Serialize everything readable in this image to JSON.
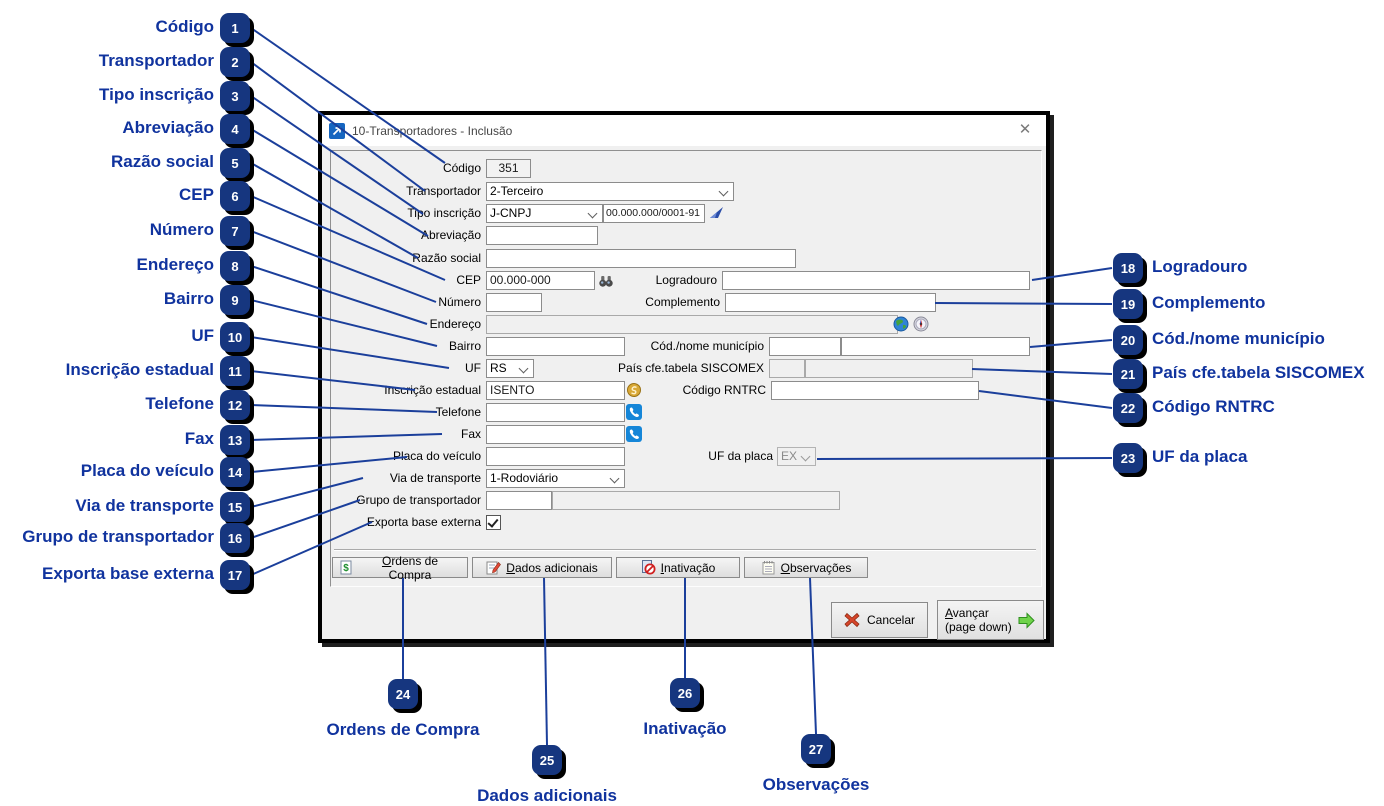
{
  "window": {
    "title": "10-Transportadores - Inclusão",
    "close_glyph": "✕"
  },
  "form": {
    "codigo": {
      "label": "Código",
      "value": "351"
    },
    "transportador": {
      "label": "Transportador",
      "value": "2-Terceiro"
    },
    "tipo_inscricao": {
      "label": "Tipo inscrição",
      "combo": "J-CNPJ",
      "numero": "00.000.000/0001-91"
    },
    "abreviacao": {
      "label": "Abreviação",
      "value": ""
    },
    "razao_social": {
      "label": "Razão social",
      "value": ""
    },
    "cep": {
      "label": "CEP",
      "value": "00.000-000"
    },
    "logradouro": {
      "label": "Logradouro",
      "value": ""
    },
    "numero": {
      "label": "Número",
      "value": ""
    },
    "complemento": {
      "label": "Complemento",
      "value": ""
    },
    "endereco": {
      "label": "Endereço",
      "value": ""
    },
    "bairro": {
      "label": "Bairro",
      "value": ""
    },
    "municipio": {
      "label": "Cód./nome município",
      "codigo": "",
      "nome": ""
    },
    "uf": {
      "label": "UF",
      "value": "RS"
    },
    "pais": {
      "label": "País cfe.tabela SISCOMEX",
      "codigo": "",
      "nome": ""
    },
    "inscricao_estadual": {
      "label": "Inscrição estadual",
      "value": "ISENTO"
    },
    "rntrc": {
      "label": "Código RNTRC",
      "value": ""
    },
    "telefone": {
      "label": "Telefone",
      "value": ""
    },
    "fax": {
      "label": "Fax",
      "value": ""
    },
    "placa": {
      "label": "Placa do veículo",
      "value": ""
    },
    "uf_placa": {
      "label": "UF da placa",
      "value": "EX"
    },
    "via_transporte": {
      "label": "Via de transporte",
      "value": "1-Rodoviário"
    },
    "grupo": {
      "label": "Grupo de transportador",
      "codigo": "",
      "nome": ""
    },
    "exporta": {
      "label": "Exporta base externa",
      "checked": true
    }
  },
  "tab_buttons": [
    {
      "label": "Ordens de Compra",
      "icon": "purchase-order-icon"
    },
    {
      "label": "Dados adicionais",
      "icon": "notes-pencil-icon"
    },
    {
      "label": "Inativação",
      "icon": "inactivate-icon"
    },
    {
      "label": "Observações",
      "icon": "notepad-icon"
    }
  ],
  "actions": {
    "cancel": "Cancelar",
    "next_line1": "Avançar",
    "next_line2": "(page down)"
  },
  "field_icons": {
    "cnpj": "receita-logo-icon",
    "cep": "binoculars-icon",
    "endereco": [
      "globe-icon",
      "compass-icon"
    ],
    "inscricao_estadual": "coin-icon",
    "telefone": "phone-icon",
    "fax": "phone-icon"
  },
  "callouts": {
    "left": [
      {
        "num": "1",
        "label": "Código"
      },
      {
        "num": "2",
        "label": "Transportador"
      },
      {
        "num": "3",
        "label": "Tipo inscrição"
      },
      {
        "num": "4",
        "label": "Abreviação"
      },
      {
        "num": "5",
        "label": "Razão social"
      },
      {
        "num": "6",
        "label": "CEP"
      },
      {
        "num": "7",
        "label": "Número"
      },
      {
        "num": "8",
        "label": "Endereço"
      },
      {
        "num": "9",
        "label": "Bairro"
      },
      {
        "num": "10",
        "label": "UF"
      },
      {
        "num": "11",
        "label": "Inscrição estadual"
      },
      {
        "num": "12",
        "label": "Telefone"
      },
      {
        "num": "13",
        "label": "Fax"
      },
      {
        "num": "14",
        "label": "Placa do veículo"
      },
      {
        "num": "15",
        "label": "Via de transporte"
      },
      {
        "num": "16",
        "label": "Grupo de transportador"
      },
      {
        "num": "17",
        "label": "Exporta base externa"
      }
    ],
    "right": [
      {
        "num": "18",
        "label": "Logradouro"
      },
      {
        "num": "19",
        "label": "Complemento"
      },
      {
        "num": "20",
        "label": "Cód./nome município"
      },
      {
        "num": "21",
        "label": "País cfe.tabela SISCOMEX"
      },
      {
        "num": "22",
        "label": "Código RNTRC"
      },
      {
        "num": "23",
        "label": "UF da placa"
      }
    ],
    "bottom": [
      {
        "num": "24",
        "label": "Ordens de Compra"
      },
      {
        "num": "25",
        "label": "Dados adicionais"
      },
      {
        "num": "26",
        "label": "Inativação"
      },
      {
        "num": "27",
        "label": "Observações"
      }
    ]
  },
  "colors": {
    "callout_text": "#10339e",
    "callout_badge": "#16367f",
    "callout_line": "#1b3f9b",
    "phone_icon_bg": "#1586d8"
  }
}
